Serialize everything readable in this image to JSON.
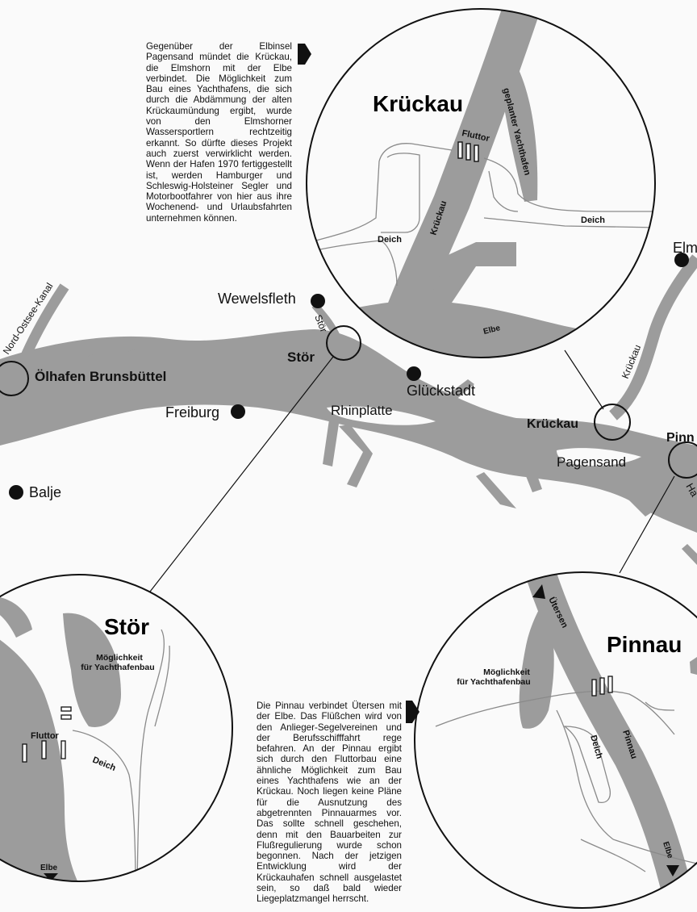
{
  "texts": {
    "kruckau_text": "Gegenüber der Elbinsel Pagensand mündet die Krückau, die Elmshorn mit der Elbe verbindet. Die Möglichkeit zum Bau eines Yachthafens, die sich durch die Abdämmung der alten Krückaumündung ergibt, wurde von den Elmshorner Wassersportlern rechtzeitig erkannt. So dürfte dieses Projekt auch zuerst verwirklicht werden. Wenn der Hafen 1970 fertiggestellt ist, werden Hamburger und Schleswig-Holsteiner Segler und Motorbootfahrer von hier aus ihre Wochenend- und Urlaubsfahrten unternehmen können.",
    "pinnau_text": "Die Pinnau verbindet Ütersen mit der Elbe. Das Flüßchen wird von den Anlieger-Segelvereinen und der Berufsschifffahrt rege befahren. An der Pinnau ergibt sich durch den Fluttorbau eine ähnliche Möglichkeit zum Bau eines Yachthafens wie an der Krückau. Noch liegen keine Pläne für die Ausnutzung des abgetrennten Pinnauarmes vor. Das sollte schnell geschehen, denn mit den Bauarbeiten zur Flußregulierung wurde schon begonnen. Nach der jetzigen Entwicklung wird der Krückauhafen schnell ausgelastet sein, so daß bald wieder Liegeplatzmangel herrscht."
  },
  "map": {
    "towns": {
      "wewelsfleth": "Wewelsfleth",
      "freiburg": "Freiburg",
      "gluckstadt": "Glückstadt",
      "balje": "Balje",
      "elm": "Elm"
    },
    "harbours": {
      "olhafen": "Ölhafen Brunsbüttel",
      "stor": "Stör",
      "kruckau": "Krückau",
      "pinn": "Pinn"
    },
    "waters": {
      "nok": "Nord-Ostsee-Kanal",
      "stor_river": "Stör",
      "kruckau_river": "Krückau",
      "ha": "Ha"
    },
    "islands": {
      "rhinplatte": "Rhinplatte",
      "pagensand": "Pagensand"
    }
  },
  "insets": {
    "kruckau": {
      "title": "Krückau",
      "fluttor": "Fluttor",
      "planned": "geplanter Yachthafen",
      "river": "Krückau",
      "deich_right": "Deich",
      "deich_left": "Deich",
      "elbe": "Elbe"
    },
    "stor": {
      "title": "Stör",
      "moeglichkeit_1": "Möglichkeit",
      "moeglichkeit_2": "für Yachthafenbau",
      "fluttor": "Fluttor",
      "deich": "Deich",
      "elbe": "Elbe"
    },
    "pinnau": {
      "title": "Pinnau",
      "moeglichkeit_1": "Möglichkeit",
      "moeglichkeit_2": "für Yachthafenbau",
      "utersen": "Ütersen",
      "deich": "Deich",
      "river": "Pinnau",
      "elbe": "Elbe"
    }
  },
  "colors": {
    "water": "#9c9c9c",
    "ink": "#111111",
    "paper": "#fafafa"
  }
}
